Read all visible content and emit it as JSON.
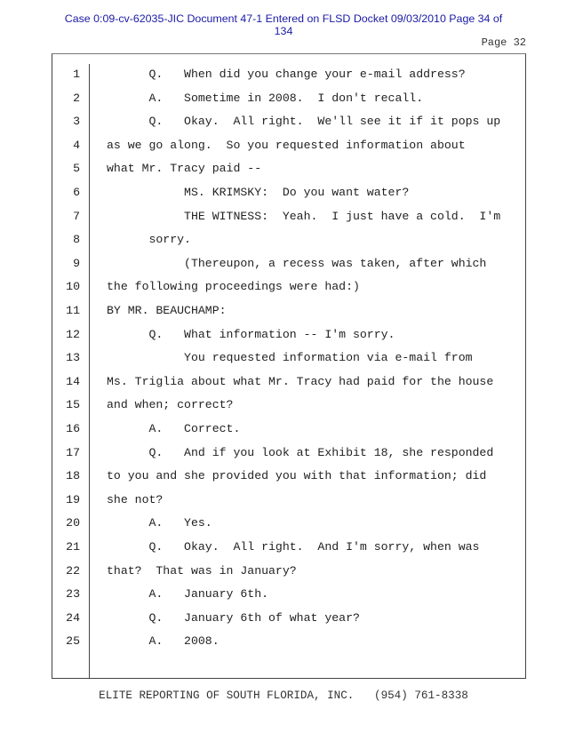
{
  "header": {
    "line1": "Case 0:09-cv-62035-JIC   Document 47-1   Entered on FLSD Docket 09/03/2010   Page 34 of",
    "line2": "134"
  },
  "page_label": "Page 32",
  "lines": [
    {
      "num": "1",
      "text": "      Q.   When did you change your e-mail address?"
    },
    {
      "num": "2",
      "text": "      A.   Sometime in 2008.  I don't recall."
    },
    {
      "num": "3",
      "text": "      Q.   Okay.  All right.  We'll see it if it pops up"
    },
    {
      "num": "4",
      "text": "as we go along.  So you requested information about"
    },
    {
      "num": "5",
      "text": "what Mr. Tracy paid --"
    },
    {
      "num": "6",
      "text": "           MS. KRIMSKY:  Do you want water?"
    },
    {
      "num": "7",
      "text": "           THE WITNESS:  Yeah.  I just have a cold.  I'm"
    },
    {
      "num": "8",
      "text": "      sorry."
    },
    {
      "num": "9",
      "text": "           (Thereupon, a recess was taken, after which"
    },
    {
      "num": "10",
      "text": "the following proceedings were had:)"
    },
    {
      "num": "11",
      "text": "BY MR. BEAUCHAMP:"
    },
    {
      "num": "12",
      "text": "      Q.   What information -- I'm sorry."
    },
    {
      "num": "13",
      "text": "           You requested information via e-mail from"
    },
    {
      "num": "14",
      "text": "Ms. Triglia about what Mr. Tracy had paid for the house"
    },
    {
      "num": "15",
      "text": "and when; correct?"
    },
    {
      "num": "16",
      "text": "      A.   Correct."
    },
    {
      "num": "17",
      "text": "      Q.   And if you look at Exhibit 18, she responded"
    },
    {
      "num": "18",
      "text": "to you and she provided you with that information; did"
    },
    {
      "num": "19",
      "text": "she not?"
    },
    {
      "num": "20",
      "text": "      A.   Yes."
    },
    {
      "num": "21",
      "text": "      Q.   Okay.  All right.  And I'm sorry, when was"
    },
    {
      "num": "22",
      "text": "that?  That was in January?"
    },
    {
      "num": "23",
      "text": "      A.   January 6th."
    },
    {
      "num": "24",
      "text": "      Q.   January 6th of what year?"
    },
    {
      "num": "25",
      "text": "      A.   2008."
    }
  ],
  "footer": "ELITE REPORTING OF SOUTH FLORIDA, INC.   (954) 761-8338"
}
